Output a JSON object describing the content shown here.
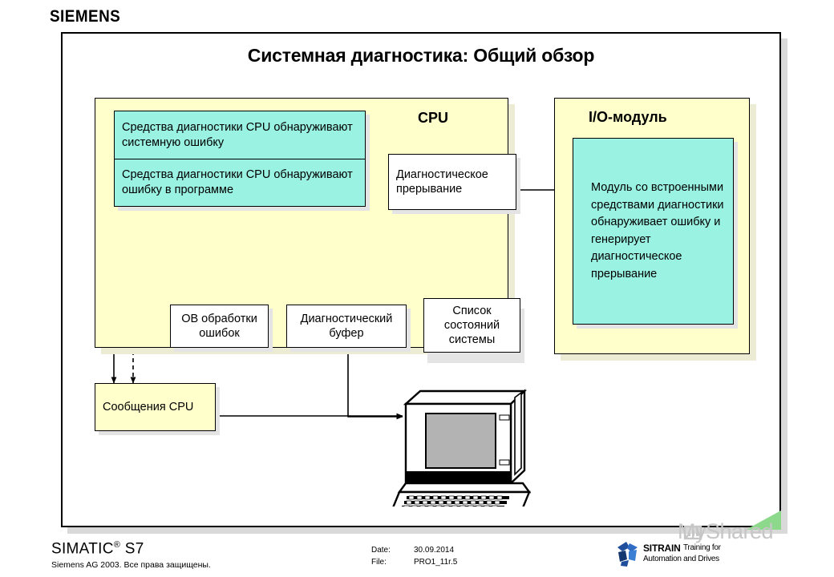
{
  "brand": {
    "logo": "SIEMENS"
  },
  "slide": {
    "title": "Системная диагностика: Общий обзор"
  },
  "cpu_panel": {
    "title": "CPU",
    "detection_box": {
      "row1": "Средства диагностики CPU обнаруживают системную ошибку",
      "row2": "Средства диагностики CPU обнаруживают ошибку в программе"
    },
    "interrupt_box": "Диагностическое прерывание",
    "targets": [
      "OB обработки ошибок",
      "Диагностический буфер",
      "Список состояний системы"
    ]
  },
  "io_panel": {
    "title": "I/O-модуль",
    "description": "Модуль со встроенными средствами диагностики обнаруживает ошибку и генерирует диагностическое прерывание"
  },
  "messages_box": {
    "label": "Сообщения CPU"
  },
  "devices": {
    "laptop": "laptop-illustration"
  },
  "footer": {
    "product": "SIMATIC",
    "product_sup": "®",
    "product_suffix": "S7",
    "copyright": "Siemens AG 2003. Все права защищены.",
    "date_label": "Date:",
    "date_value": "30.09.2014",
    "file_label": "File:",
    "file_value": "PRO1_11r.5",
    "sitrain_name": "SITRAIN",
    "sitrain_tagline1": "Training for",
    "sitrain_tagline2": "Automation and Drives"
  },
  "watermark": {
    "text": "MyShared"
  },
  "colors": {
    "panel_yellow": "#ffffcc",
    "box_cyan": "#99f2e2",
    "frame_black": "#000000",
    "watermark_gray": "#c6c6c6",
    "triangle_green": "#8cd98c",
    "screen_gray": "#b3b3b3"
  }
}
